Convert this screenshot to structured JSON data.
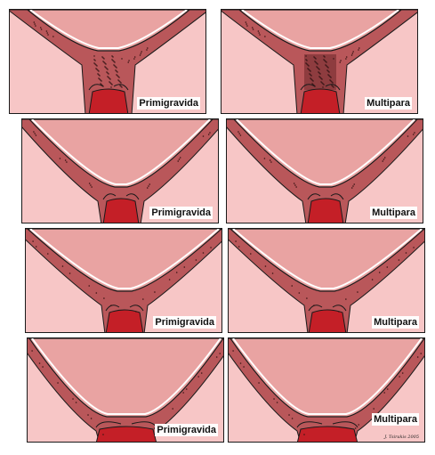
{
  "colors": {
    "background": "#f7c6c6",
    "tissue": "#b9575a",
    "tissue_dark": "#8e3c3f",
    "cavity": "#e9a3a2",
    "canal": "#c41f27",
    "outline": "#1a1a1a",
    "membrane": "#ffffff"
  },
  "panels": [
    {
      "label": "Primigravida",
      "stage": 1
    },
    {
      "label": "Multipara",
      "stage": 1
    },
    {
      "label": "Primigravida",
      "stage": 2
    },
    {
      "label": "Multipara",
      "stage": 2
    },
    {
      "label": "Primigravida",
      "stage": 3
    },
    {
      "label": "Multipara",
      "stage": 3
    },
    {
      "label": "Primigravida",
      "stage": 4
    },
    {
      "label": "Multipara",
      "stage": 4
    }
  ],
  "signature": "J. Tsirakis 2005"
}
